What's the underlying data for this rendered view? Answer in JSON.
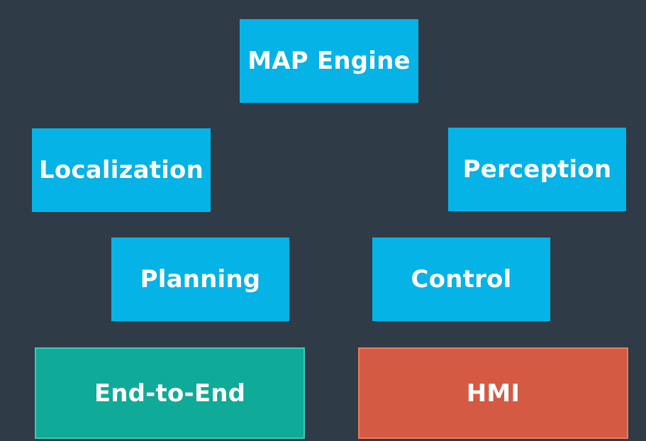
{
  "modules": {
    "map_engine": "MAP Engine",
    "localization": "Localization",
    "perception": "Perception",
    "planning": "Planning",
    "control": "Control",
    "end_to_end": "End-to-End",
    "hmi": "HMI"
  },
  "colors": {
    "background": "#2f3b46",
    "module_blue": "#06b3e6",
    "module_teal": "#10aa98",
    "module_red": "#d55a43",
    "text": "#ffffff"
  }
}
